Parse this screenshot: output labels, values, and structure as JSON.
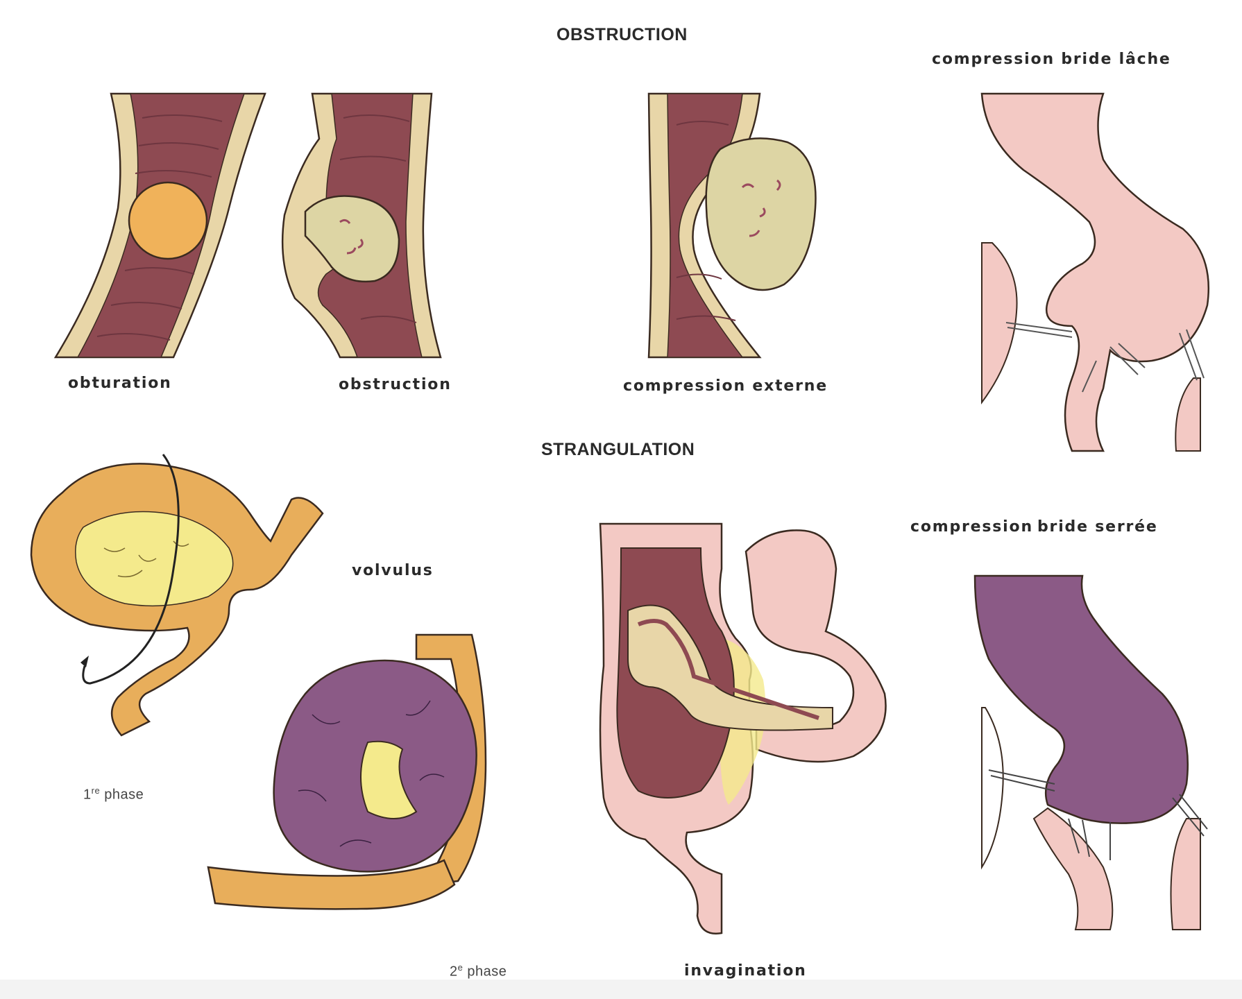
{
  "headings": {
    "obstruction": "OBSTRUCTION",
    "strangulation": "STRANGULATION"
  },
  "labels": {
    "obturation": "obturation",
    "obstruction": "obstruction",
    "compression_externe": "compression externe",
    "compression_bride_lache": "compression bride lâche",
    "volvulus": "volvulus",
    "compression": "compression",
    "bride_serree": "bride serrée",
    "invagination": "invagination"
  },
  "phases": {
    "first": {
      "num": "1",
      "sup": "re",
      "word": "phase"
    },
    "second": {
      "num": "2",
      "sup": "e",
      "word": "phase"
    }
  },
  "colors": {
    "wall": "#e8d6a8",
    "lumen": "#8e4a52",
    "bowel_pink": "#f3c9c4",
    "bowel_purple": "#8b5a86",
    "volvulus_orange": "#e8ae5b",
    "mesentery_yellow": "#f4ea8c",
    "obturation_ball": "#f0b25a",
    "tumor": "#ddd5a4"
  }
}
